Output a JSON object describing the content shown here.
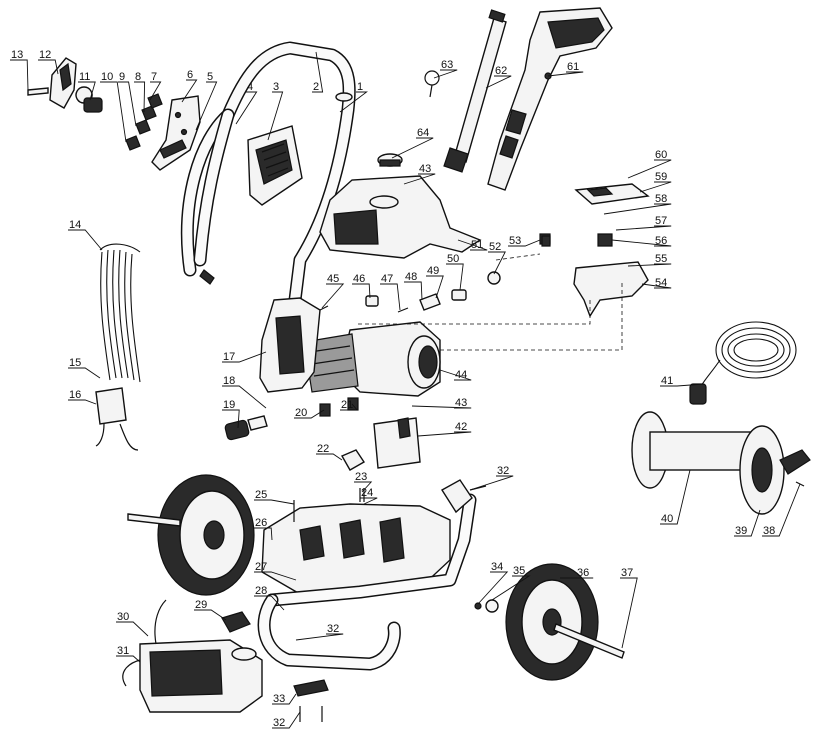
{
  "callouts": [
    {
      "id": "13",
      "text": "13"
    },
    {
      "id": "12",
      "text": "12"
    },
    {
      "id": "11",
      "text": "11"
    },
    {
      "id": "10",
      "text": "10"
    },
    {
      "id": "9",
      "text": "9"
    },
    {
      "id": "8",
      "text": "8"
    },
    {
      "id": "7",
      "text": "7"
    },
    {
      "id": "6",
      "text": "6"
    },
    {
      "id": "5",
      "text": "5"
    },
    {
      "id": "4",
      "text": "4"
    },
    {
      "id": "3",
      "text": "3"
    },
    {
      "id": "2",
      "text": "2"
    },
    {
      "id": "1",
      "text": "1"
    },
    {
      "id": "63",
      "text": "63"
    },
    {
      "id": "62",
      "text": "62"
    },
    {
      "id": "61",
      "text": "61"
    },
    {
      "id": "64",
      "text": "64"
    },
    {
      "id": "43a",
      "text": "43"
    },
    {
      "id": "60",
      "text": "60"
    },
    {
      "id": "59",
      "text": "59"
    },
    {
      "id": "58",
      "text": "58"
    },
    {
      "id": "57",
      "text": "57"
    },
    {
      "id": "56",
      "text": "56"
    },
    {
      "id": "55",
      "text": "55"
    },
    {
      "id": "54",
      "text": "54"
    },
    {
      "id": "53",
      "text": "53"
    },
    {
      "id": "52",
      "text": "52"
    },
    {
      "id": "51",
      "text": "51"
    },
    {
      "id": "50",
      "text": "50"
    },
    {
      "id": "49",
      "text": "49"
    },
    {
      "id": "48",
      "text": "48"
    },
    {
      "id": "47",
      "text": "47"
    },
    {
      "id": "46",
      "text": "46"
    },
    {
      "id": "45",
      "text": "45"
    },
    {
      "id": "14",
      "text": "14"
    },
    {
      "id": "15",
      "text": "15"
    },
    {
      "id": "16",
      "text": "16"
    },
    {
      "id": "17",
      "text": "17"
    },
    {
      "id": "18",
      "text": "18"
    },
    {
      "id": "19",
      "text": "19"
    },
    {
      "id": "20",
      "text": "20"
    },
    {
      "id": "21",
      "text": "21"
    },
    {
      "id": "44",
      "text": "44"
    },
    {
      "id": "43b",
      "text": "43"
    },
    {
      "id": "42",
      "text": "42"
    },
    {
      "id": "41",
      "text": "41"
    },
    {
      "id": "40",
      "text": "40"
    },
    {
      "id": "39",
      "text": "39"
    },
    {
      "id": "38",
      "text": "38"
    },
    {
      "id": "22",
      "text": "22"
    },
    {
      "id": "23",
      "text": "23"
    },
    {
      "id": "24",
      "text": "24"
    },
    {
      "id": "25",
      "text": "25"
    },
    {
      "id": "26",
      "text": "26"
    },
    {
      "id": "27",
      "text": "27"
    },
    {
      "id": "28",
      "text": "28"
    },
    {
      "id": "32a",
      "text": "32"
    },
    {
      "id": "34",
      "text": "34"
    },
    {
      "id": "35",
      "text": "35"
    },
    {
      "id": "36",
      "text": "36"
    },
    {
      "id": "37",
      "text": "37"
    },
    {
      "id": "29",
      "text": "29"
    },
    {
      "id": "30",
      "text": "30"
    },
    {
      "id": "31",
      "text": "31"
    },
    {
      "id": "32b",
      "text": "32"
    },
    {
      "id": "33",
      "text": "33"
    },
    {
      "id": "32c",
      "text": "32"
    }
  ]
}
